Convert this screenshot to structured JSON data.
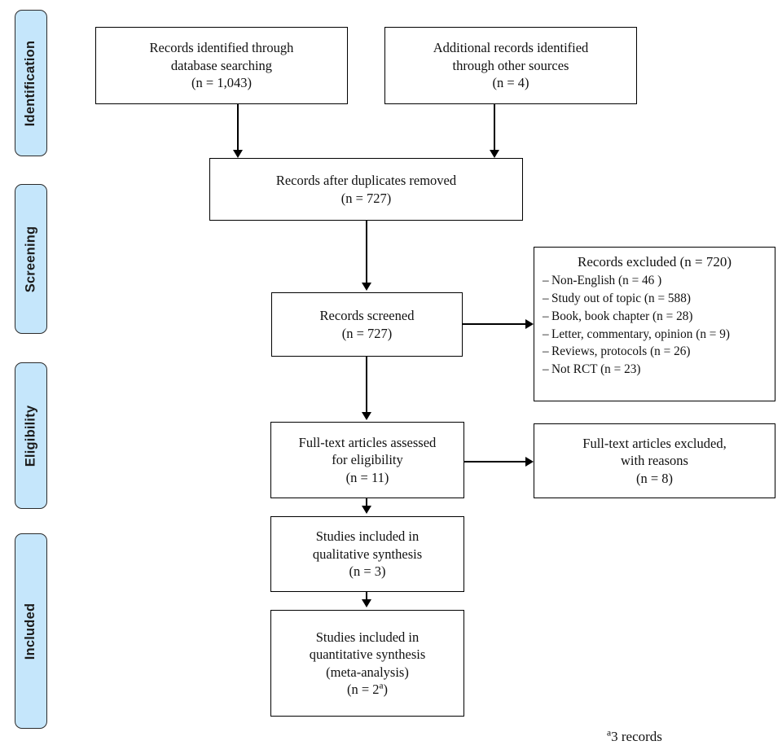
{
  "diagram": {
    "title": "PRISMA study selection flow diagram",
    "accent_color": "#c5e6fb",
    "border_color": "#000000"
  },
  "stages": [
    {
      "label": "Identification"
    },
    {
      "label": "Screening"
    },
    {
      "label": "Eligibility"
    },
    {
      "label": "Included"
    }
  ],
  "boxes": {
    "database_search": {
      "line1": "Records identified through",
      "line2": "database searching",
      "line3": "(n = 1,043)"
    },
    "other_sources": {
      "line1": "Additional records identified",
      "line2": "through other sources",
      "line3": "(n = 4)"
    },
    "duplicates_removed": {
      "line1": "Records after duplicates removed",
      "line2": "(n = 727)"
    },
    "records_screened": {
      "line1": "Records screened",
      "line2": "(n = 727)"
    },
    "fulltext_assessed": {
      "line1": "Full-text articles assessed",
      "line2": "for eligibility",
      "line3": "(n = 11)"
    },
    "fulltext_excluded": {
      "line1": "Full-text articles excluded,",
      "line2": "with reasons",
      "line3": "(n = 8)"
    },
    "qualitative_synthesis": {
      "line1": "Studies included in",
      "line2": "qualitative synthesis",
      "line3": "(n = 3)"
    },
    "quantitative_synthesis": {
      "line1": "Studies included in",
      "line2": "quantitative synthesis",
      "line3": "(meta-analysis)",
      "line4_prefix": "(n = 2",
      "line4_sup": "a",
      "line4_suffix": ")"
    },
    "records_excluded": {
      "title": "Records excluded (n = 720)",
      "reasons": [
        "Non-English (n = 46 )",
        "Study out of topic (n = 588)",
        "Book, book chapter (n = 28)",
        "Letter, commentary, opinion (n = 9)",
        "Reviews, protocols (n = 26)",
        "Not RCT (n = 23)"
      ]
    }
  },
  "footnote": {
    "marker": "a",
    "text": "3 records"
  }
}
